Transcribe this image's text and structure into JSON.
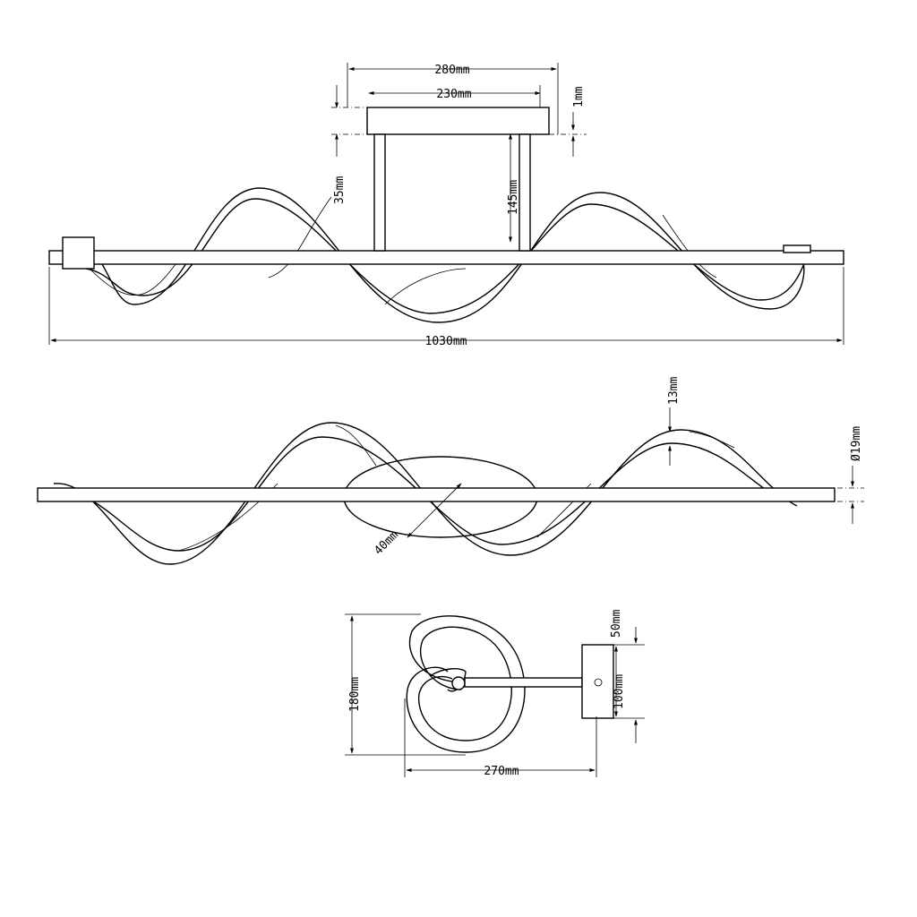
{
  "title": "Spiral ceiling light dimension drawing",
  "front_view": {
    "canopy_outer_width": "280mm",
    "canopy_inner_width": "230mm",
    "canopy_thickness": "1mm",
    "rod_offset": "35mm",
    "rod_height": "145mm",
    "overall_length": "1030mm"
  },
  "top_view": {
    "ribbon_width": "13mm",
    "bar_diameter": "Ø19mm",
    "canopy_depth": "40mm"
  },
  "side_view": {
    "height": "180mm",
    "canopy_offset": "50mm",
    "canopy_height": "100mm",
    "depth": "270mm"
  }
}
